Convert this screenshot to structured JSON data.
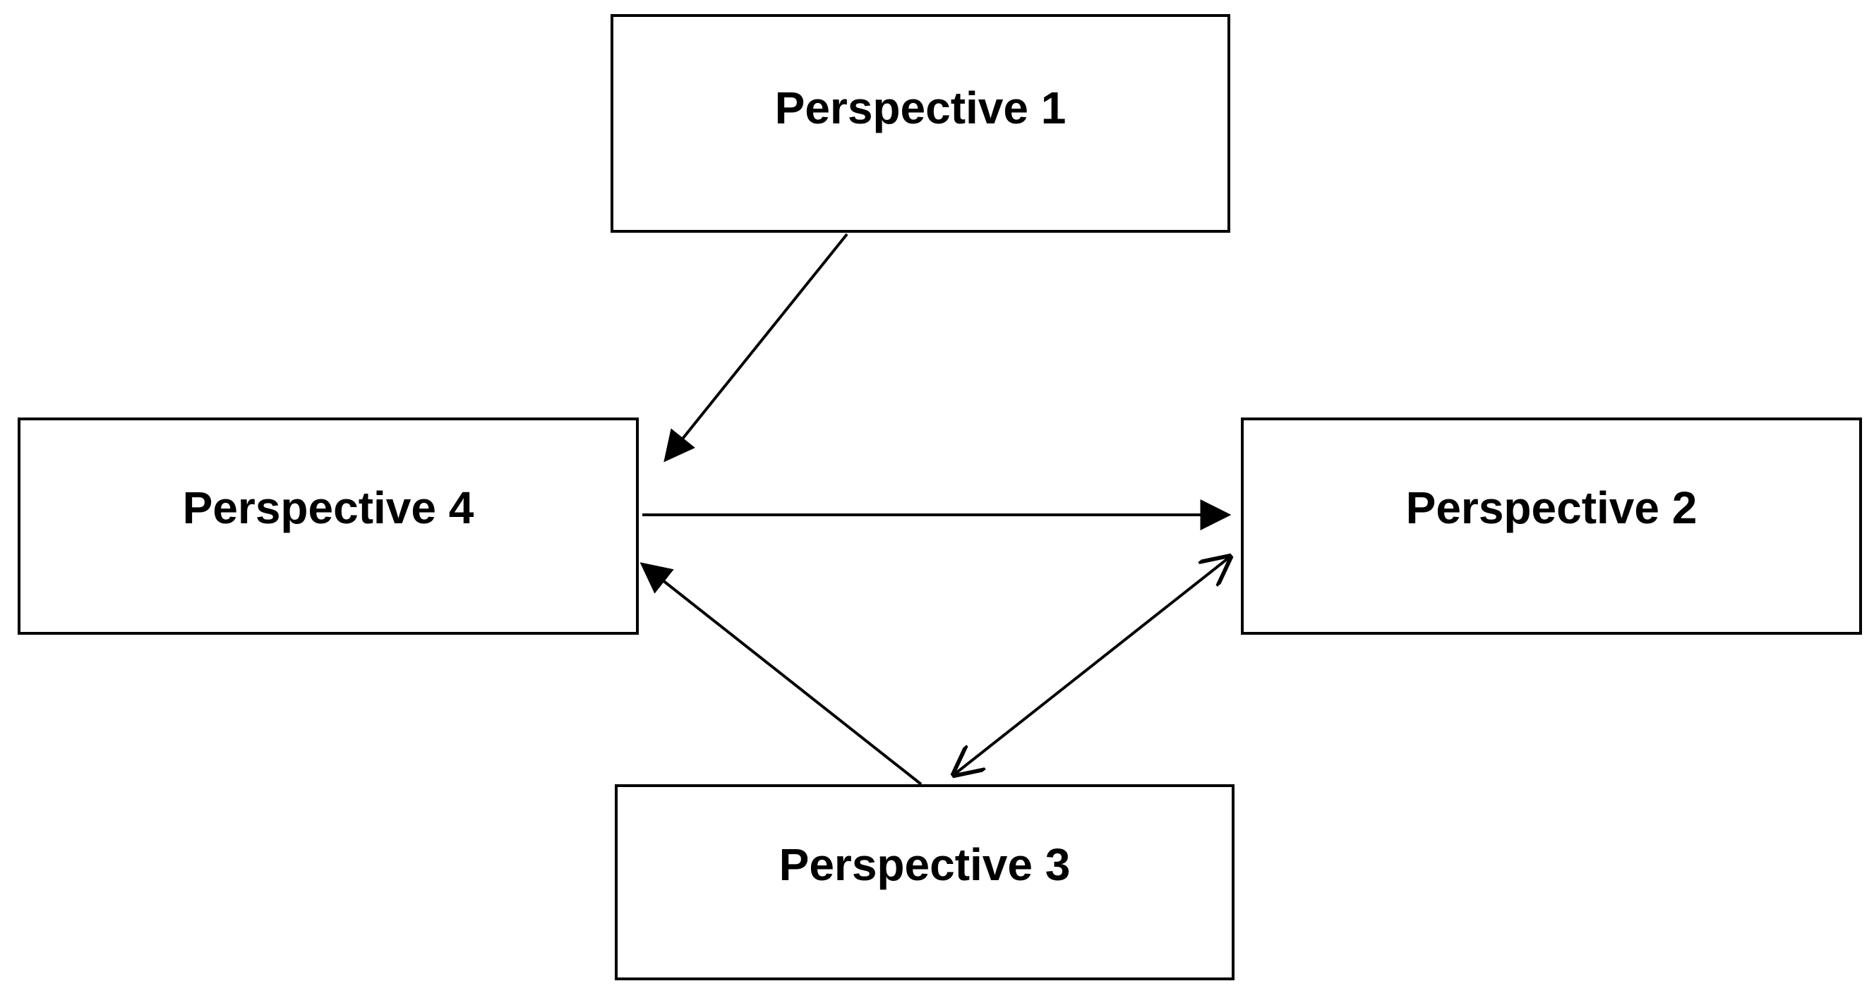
{
  "diagram": {
    "boxes": [
      {
        "id": "p1",
        "label": "Perspective 1"
      },
      {
        "id": "p2",
        "label": "Perspective 2"
      },
      {
        "id": "p3",
        "label": "Perspective 3"
      },
      {
        "id": "p4",
        "label": "Perspective 4"
      }
    ],
    "edges": [
      {
        "from": "p1",
        "to": "p4",
        "direction": "forward"
      },
      {
        "from": "p4",
        "to": "p2",
        "direction": "forward"
      },
      {
        "from": "p3",
        "to": "p4",
        "direction": "forward"
      },
      {
        "from": "p3",
        "to": "p2",
        "direction": "both"
      }
    ],
    "colors": {
      "stroke": "#000000",
      "fill": "#ffffff",
      "text": "#000000"
    }
  }
}
